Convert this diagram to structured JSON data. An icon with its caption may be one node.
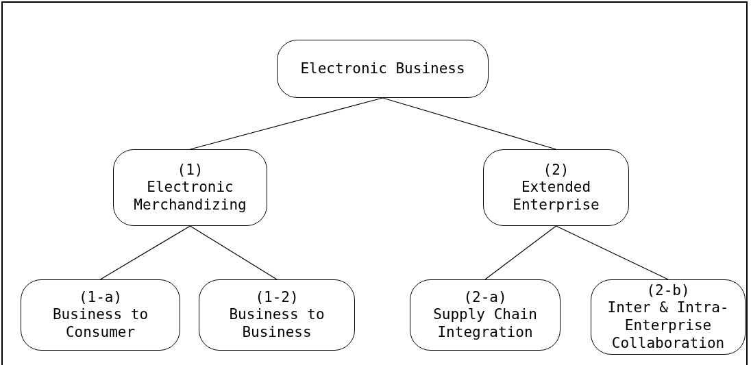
{
  "diagram": {
    "nodes": [
      {
        "text": [
          "Electronic Business"
        ]
      },
      {
        "text": [
          "(1)",
          "Electronic Merchandizing"
        ]
      },
      {
        "text": [
          "(2)",
          "Extended Enterprise"
        ]
      },
      {
        "text": [
          "(1-a)",
          "Business to Consumer"
        ]
      },
      {
        "text": [
          "(1-2)",
          "Business to Business"
        ]
      },
      {
        "text": [
          "(2-a)",
          "Supply Chain Integration"
        ]
      },
      {
        "text": [
          "(2-b)",
          "Inter & Intra-Enterprise Collaboration"
        ]
      }
    ],
    "edges": [
      {
        "from": 0,
        "to": 1,
        "arrow": "none"
      },
      {
        "from": 0,
        "to": 2,
        "arrow": "none"
      },
      {
        "from": 1,
        "to": 3,
        "arrow": "none"
      },
      {
        "from": 1,
        "to": 4,
        "arrow": "none"
      },
      {
        "from": 2,
        "to": 5,
        "arrow": "none"
      },
      {
        "from": 2,
        "to": 6,
        "arrow": "none"
      }
    ]
  }
}
